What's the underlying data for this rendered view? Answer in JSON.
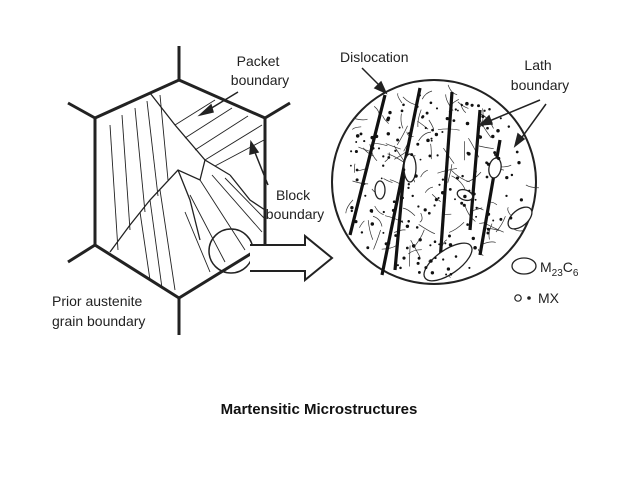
{
  "labels": {
    "packet_boundary": [
      "Packet",
      "boundary"
    ],
    "block_boundary": [
      "Block",
      "boundary"
    ],
    "prior_austenite": [
      "Prior austenite",
      "grain boundary"
    ],
    "dislocation": "Dislocation",
    "lath_boundary": [
      "Lath",
      "boundary"
    ],
    "m23c6": {
      "base": "M",
      "sub1": "23",
      "mid": "C",
      "sub2": "6"
    },
    "mx": "MX"
  },
  "caption": "Martensitic Microstructures",
  "colors": {
    "ink": "#222222",
    "background": "#ffffff"
  }
}
